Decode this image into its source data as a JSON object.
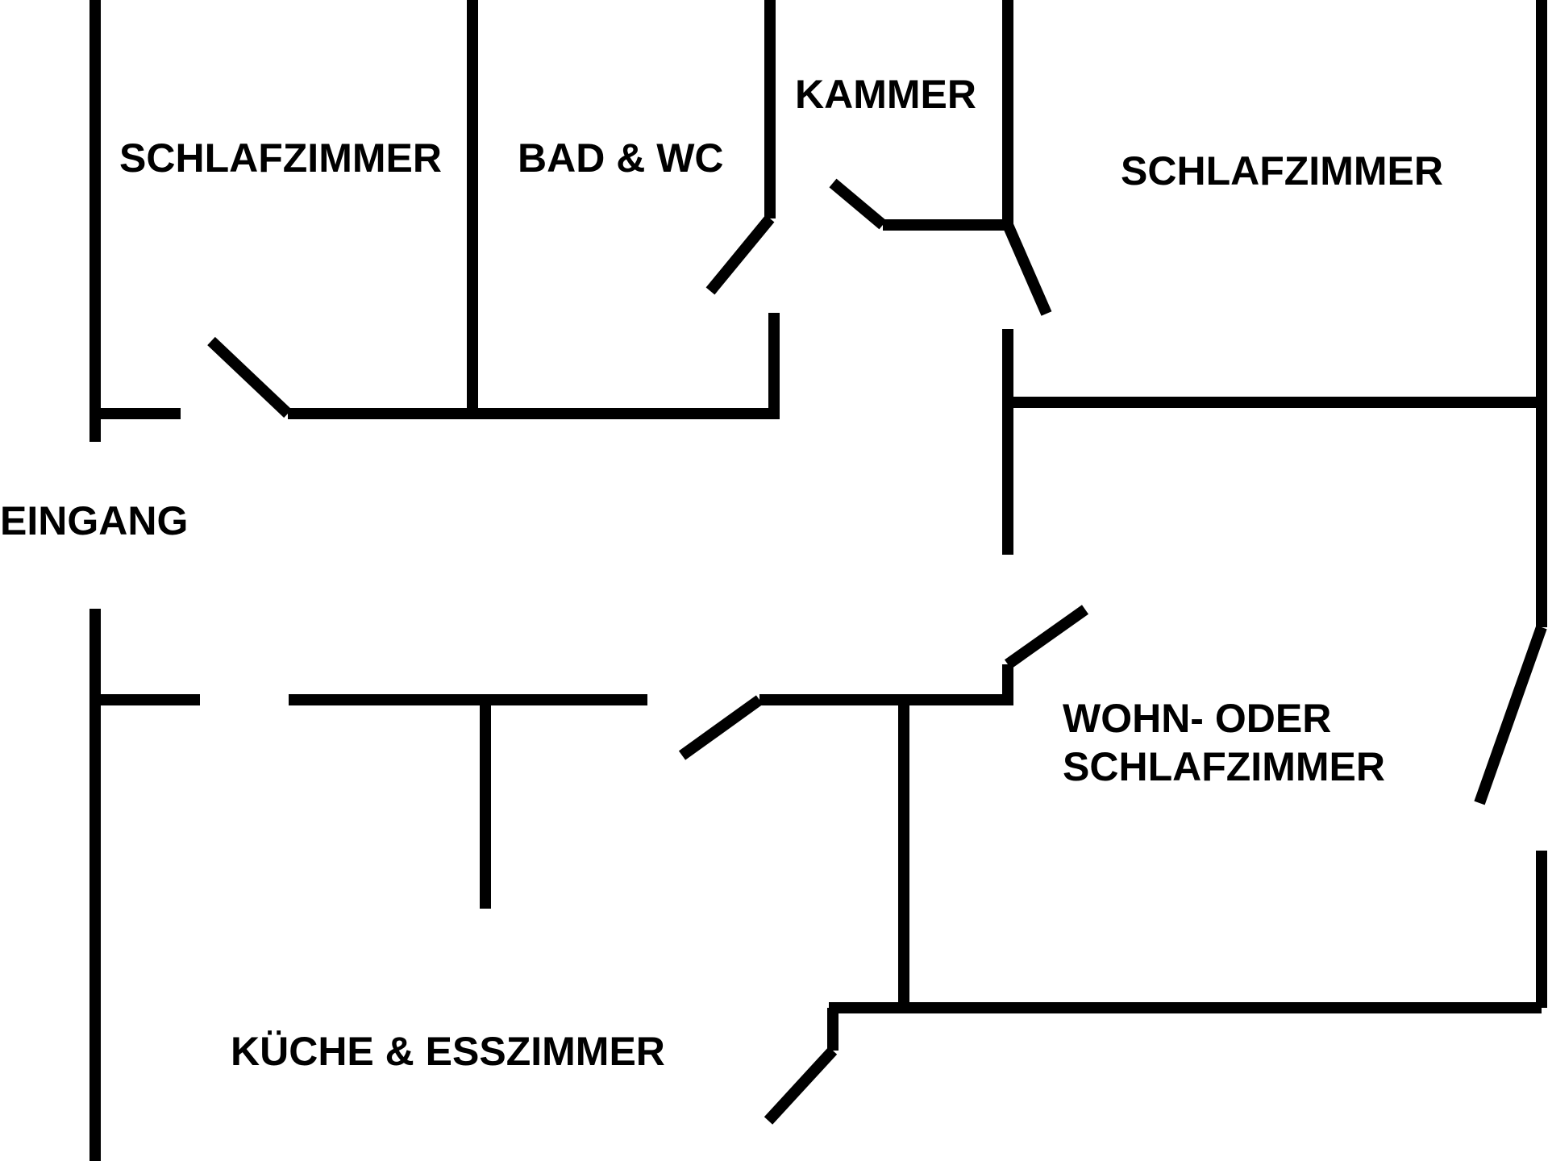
{
  "plan": {
    "wall_color": "#000000",
    "background": "#ffffff",
    "rooms": {
      "bedroom_1": "SCHLAFZIMMER",
      "bathroom": "BAD & WC",
      "storeroom": "KAMMER",
      "bedroom_2": "SCHLAFZIMMER",
      "entrance": "EINGANG",
      "living_line1": "WOHN- ODER",
      "living_line2": "SCHLAFZIMMER",
      "kitchen": "KÜCHE & ESSZIMMER"
    }
  }
}
